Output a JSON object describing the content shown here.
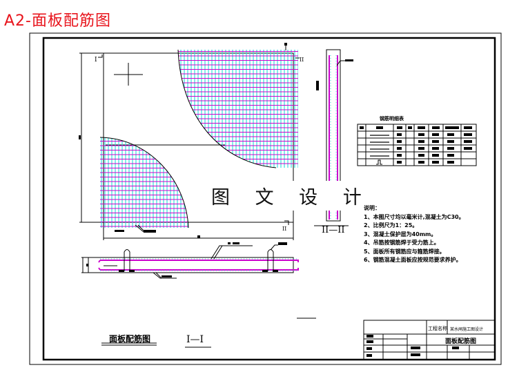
{
  "sheet_title": "A2-面板配筋图",
  "watermark": "图 文 设 计",
  "colors": {
    "title": "#e8141c",
    "rebar_horizontal": "#cc00cc",
    "rebar_vertical": "#33dddd",
    "line": "#000000"
  },
  "plan": {
    "drawing_name": "面板配筋图",
    "section_mark_1": "I",
    "section_mark_2": "II"
  },
  "section_1": {
    "label": "I—I"
  },
  "section_2": {
    "label": "II—II"
  },
  "rebar_table": {
    "title": "钢筋明细表",
    "rows": 5,
    "columns": 8
  },
  "notes": {
    "heading": "说明：",
    "items": [
      "1、本图尺寸均以毫米计,混凝土为C30。",
      "2、比例尺为1：25。",
      "3、混凝土保护层为40mm。",
      "4、吊筋按钢筋焊于受力筋上。",
      "5、面板所有钢筋应与箍筋焊接。",
      "6、钢筋混凝土面板应按规范要求养护。"
    ]
  },
  "title_block": {
    "project_label": "工程名称",
    "project_name": "某水闸施工图设计",
    "drawing_name": "面板配筋图"
  }
}
